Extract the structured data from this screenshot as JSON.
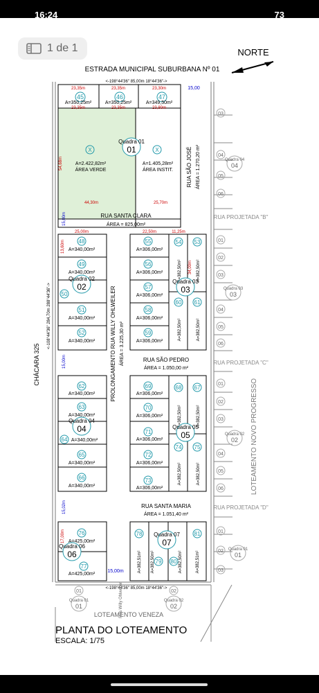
{
  "status": {
    "time": "16:24",
    "battery": "73"
  },
  "viewer": {
    "page_indicator": "1 de 1"
  },
  "plan": {
    "north": "NORTE",
    "top_road": "ESTRADA MUNICIPAL SUBURBANA Nº 01",
    "top_measure": "<-198°44'36\" 85,00m 18°44'36\"->",
    "bottom_measure": "<-198°44'36\" 85,00m 18°44'36\"->",
    "left_side": "CHÁCARA 325",
    "left_bearing": "<-108°44'36\" 284,70m 288°44'36\"->",
    "right_side": "LOTEAMENTO NOVO PROGRESSO",
    "bottom_side": "LOTEAMENTO VENEZA",
    "roads": {
      "santa_clara": "RUA SANTA CLARA",
      "santa_clara_area": "ÁREA = 825,00m²",
      "sao_pedro": "RUA SÃO PEDRO",
      "sao_pedro_area": "ÁREA = 1.050,00 m²",
      "santa_maria": "RUA SANTA MARIA",
      "santa_maria_area": "ÁREA = 1.051,40 m²",
      "sao_jose": "RUA SÃO JOSÉ",
      "sao_jose_area": "ÁREA = 1.270,20 m²",
      "willy": "PROLONGAMENTO RUA WILLY OHLWEILER",
      "willy_area": "ÁREA = 3.225,30 m²",
      "willy_short": "Rua Willy Ohlweiler",
      "projetada_b": "RUA PROJETADA \"B\"",
      "projetada_c": "RUA PROJETADA \"C\"",
      "projetada_d": "RUA PROJETADA \"D\""
    },
    "quadras": {
      "q01": "Quadra 01",
      "q02": "Quadra 02",
      "q03": "Quadra 03",
      "q04": "Quadra 04",
      "q05": "Quadra 05",
      "q06": "Quadra 06",
      "q07": "Quadra 07"
    },
    "areas": {
      "verde_label": "ÁREA VERDE",
      "verde_value": "A=2.422,82m²",
      "instit_label": "ÁREA INSTIT.",
      "instit_value": "A=1.405,28m²",
      "lot45": "A=350,25m²",
      "lot46": "A=350,25m²",
      "lot47": "A=349,50m²"
    },
    "top_lots": [
      {
        "num": "45",
        "top": "23,35m",
        "bot": "23,35m"
      },
      {
        "num": "46",
        "top": "23,35m",
        "bot": "23,35m"
      },
      {
        "num": "47",
        "top": "23,30m",
        "bot": "23,80m"
      }
    ],
    "dims": {
      "w15": "15,00",
      "w4430": "44,30m",
      "w2570": "25,70m",
      "h5468": "54,68m",
      "w2500": "25,00m",
      "w2250": "22,50m",
      "w1125": "11,25m",
      "h1360": "13,60m",
      "h3400": "34,00m",
      "h1700": "17,00m",
      "w1500": "15,00m",
      "h1502": "15,02m"
    },
    "lots_q02": [
      {
        "num": "48",
        "area": "A=340,00m²"
      },
      {
        "num": "49",
        "area": "A=340,00m²"
      },
      {
        "num": "50",
        "area": "A=340,00m²"
      },
      {
        "num": "51",
        "area": "A=340,00m²"
      },
      {
        "num": "52",
        "area": "A=340,00m²"
      }
    ],
    "lots_q03_left": [
      {
        "num": "55",
        "area": "A=306,00m²"
      },
      {
        "num": "56",
        "area": "A=306,00m²"
      },
      {
        "num": "57",
        "area": "A=306,00m²"
      },
      {
        "num": "58",
        "area": "A=306,00m²"
      },
      {
        "num": "59",
        "area": "A=306,00m²"
      }
    ],
    "lots_q03_right": [
      {
        "num": "54",
        "area": "A=382,50m²"
      },
      {
        "num": "53",
        "area": "A=382,50m²"
      },
      {
        "num": "60",
        "area": "A=382,50m²"
      },
      {
        "num": "61",
        "area": "A=382,50m²"
      }
    ],
    "lots_q04": [
      {
        "num": "62",
        "area": "A=340,00m²"
      },
      {
        "num": "63",
        "area": "A=340,00m²"
      },
      {
        "num": "64",
        "area": "A=340,00m²"
      },
      {
        "num": "65",
        "area": "A=340,00m²"
      },
      {
        "num": "66",
        "area": "A=340,00m²"
      }
    ],
    "lots_q05_left": [
      {
        "num": "69",
        "area": "A=306,00m²"
      },
      {
        "num": "70",
        "area": "A=306,00m²"
      },
      {
        "num": "71",
        "area": "A=306,00m²"
      },
      {
        "num": "72",
        "area": "A=306,00m²"
      },
      {
        "num": "73",
        "area": "A=306,00m²"
      }
    ],
    "lots_q05_right": [
      {
        "num": "68",
        "area": "A=382,50m²"
      },
      {
        "num": "67",
        "area": "A=382,50m²"
      },
      {
        "num": "74",
        "area": "A=382,50m²"
      },
      {
        "num": "75",
        "area": "A=382,50m²"
      }
    ],
    "lots_q06": [
      {
        "num": "76",
        "area": "A=425,00m²"
      },
      {
        "num": "77",
        "area": "A=425,00m²"
      }
    ],
    "lots_q07": [
      {
        "num": "78",
        "area": "A=382,51m²"
      },
      {
        "num": "79",
        "area": "A=382,50m²"
      },
      {
        "num": "80",
        "area": "A=382,50m²"
      },
      {
        "num": "81",
        "area": "A=382,51m²"
      }
    ],
    "neighbor_nums": [
      "01",
      "02",
      "03",
      "04",
      "05",
      "06"
    ],
    "neighbor_quadras": {
      "n01": "Quadra 01",
      "n02": "Quadra 02",
      "n03": "Quadra 03",
      "n04": "Quadra 04"
    },
    "title": "PLANTA DO LOTEAMENTO",
    "scale": "ESCALA: 1/75"
  }
}
